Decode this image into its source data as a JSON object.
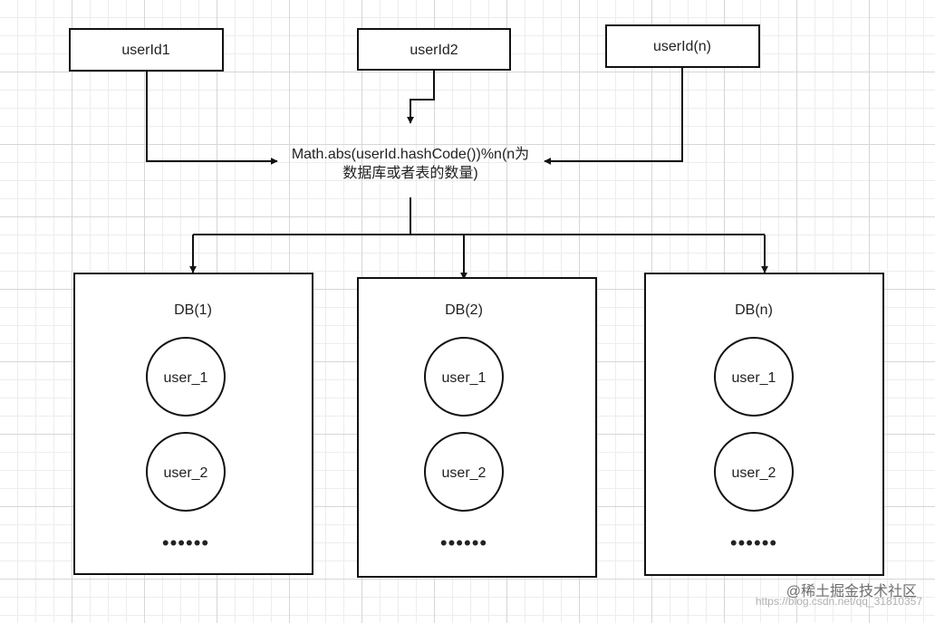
{
  "inputs": [
    "userId1",
    "userId2",
    "userId(n)"
  ],
  "formula": [
    "Math.abs(userId.hashCode())%n(n为",
    "数据库或者表的数量)"
  ],
  "databases": [
    {
      "title": "DB(1)",
      "users": [
        "user_1",
        "user_2"
      ],
      "more": "••••••"
    },
    {
      "title": "DB(2)",
      "users": [
        "user_1",
        "user_2"
      ],
      "more": "••••••"
    },
    {
      "title": "DB(n)",
      "users": [
        "user_1",
        "user_2"
      ],
      "more": "••••••"
    }
  ],
  "watermark": {
    "brand": "@稀土掘金技术社区",
    "url": "https://blog.csdn.net/qq_31810357"
  }
}
